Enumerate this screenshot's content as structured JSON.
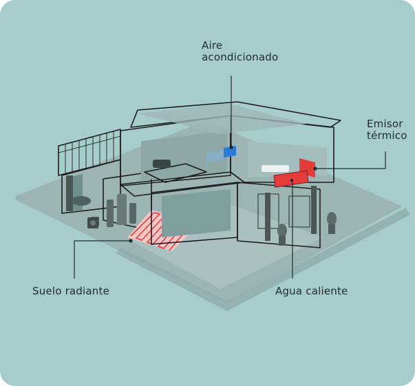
{
  "labels": {
    "aire_line1": "Aire",
    "aire_line2": "acondicionado",
    "emisor_line1": "Emisor",
    "emisor_line2": "térmico",
    "suelo": "Suelo radiante",
    "agua": "Agua caliente"
  },
  "colors": {
    "background": "#a6cccc",
    "ground": "#9db4b4",
    "wall": "#b9cfcf",
    "roof": "#8ea8a8",
    "glass": "#7f9f9f",
    "ac_blue": "#2b7bd6",
    "heat_red": "#e43b3b",
    "floor_pink": "#f2c7c7",
    "leader_line": "#1f2a2c"
  },
  "icons": {
    "ac_unit": "air-conditioner-icon",
    "radiator": "radiator-icon",
    "heat_pump": "heat-pump-icon",
    "floor_heating": "floor-heating-icon"
  }
}
